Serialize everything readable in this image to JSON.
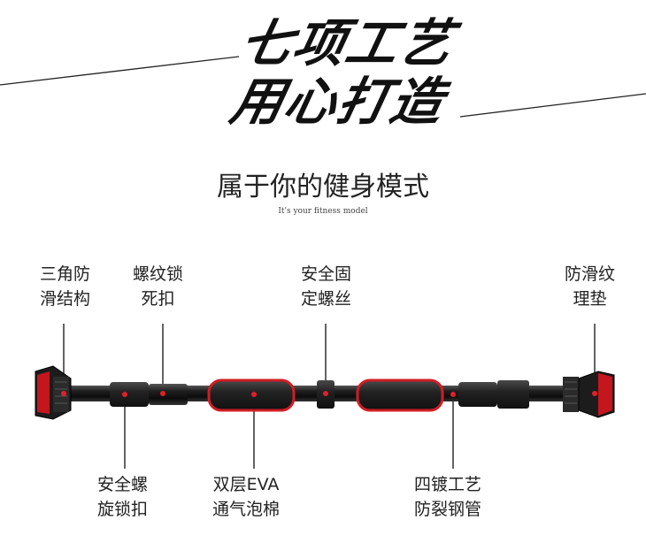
{
  "header": {
    "title_line1": "七项工艺",
    "title_line2": "用心打造",
    "subtitle": "属于你的健身模式",
    "subtitle_en": "It's your fitness model"
  },
  "callouts_top": [
    {
      "line1": "三角防",
      "line2": "滑结构"
    },
    {
      "line1": "螺纹锁",
      "line2": "死扣"
    },
    {
      "line1": "安全固",
      "line2": "定螺丝"
    },
    {
      "line1": "防滑纹",
      "line2": "理垫"
    }
  ],
  "callouts_bottom": [
    {
      "line1": "安全螺",
      "line2": "旋锁扣"
    },
    {
      "line1": "双层EVA",
      "line2": "通气泡棉"
    },
    {
      "line1": "四镀工艺",
      "line2": "防裂钢管"
    }
  ],
  "colors": {
    "accent_red": "#e0202a",
    "bar_black": "#1a1a1a",
    "foam": "#2a2a2a"
  }
}
